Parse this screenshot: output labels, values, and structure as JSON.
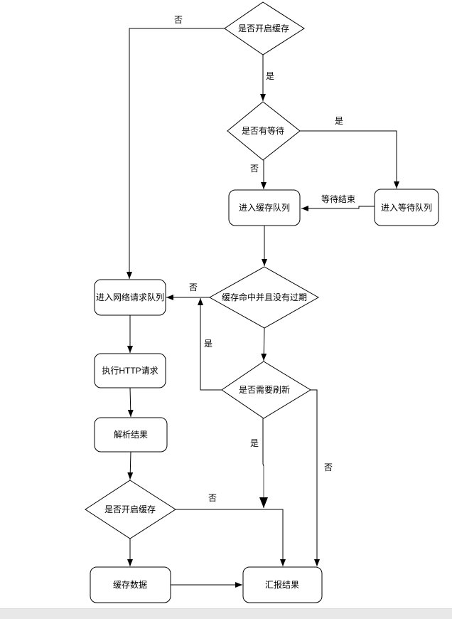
{
  "colors": {
    "line": "#000000",
    "node_fill": "#ffffff",
    "node_border": "#000000",
    "text": "#000000",
    "gray_segment": "#8a8a8a",
    "scrollbar_track": "#e8e8e8"
  },
  "flowchart": {
    "nodes": {
      "cache_enabled_top": {
        "type": "decision",
        "label": "是否开启缓存"
      },
      "has_waiting": {
        "type": "decision",
        "label": "是否有等待"
      },
      "enter_cache_queue": {
        "type": "process",
        "label": "进入缓存队列"
      },
      "enter_wait_queue": {
        "type": "process",
        "label": "进入等待队列"
      },
      "cache_hit_not_expired": {
        "type": "decision",
        "label": "缓存命中并且没有过期"
      },
      "need_refresh": {
        "type": "decision",
        "label": "是否需要刷新"
      },
      "enter_network_queue": {
        "type": "process",
        "label": "进入网络请求队列"
      },
      "execute_http": {
        "type": "process",
        "label": "执行HTTP请求"
      },
      "parse_result": {
        "type": "process",
        "label": "解析结果"
      },
      "cache_enabled_bottom": {
        "type": "decision",
        "label": "是否开启缓存"
      },
      "cache_data": {
        "type": "process",
        "label": "缓存数据"
      },
      "report_result": {
        "type": "process",
        "label": "汇报结果"
      }
    },
    "edge_labels": {
      "top_no": "否",
      "top_yes": "是",
      "waiting_yes": "是",
      "waiting_no": "否",
      "wait_end": "等待结束",
      "hit_no": "否",
      "refresh_left_yes": "是",
      "refresh_down_yes": "是",
      "refresh_right_no": "否",
      "enabled_bottom_no": "否"
    }
  }
}
